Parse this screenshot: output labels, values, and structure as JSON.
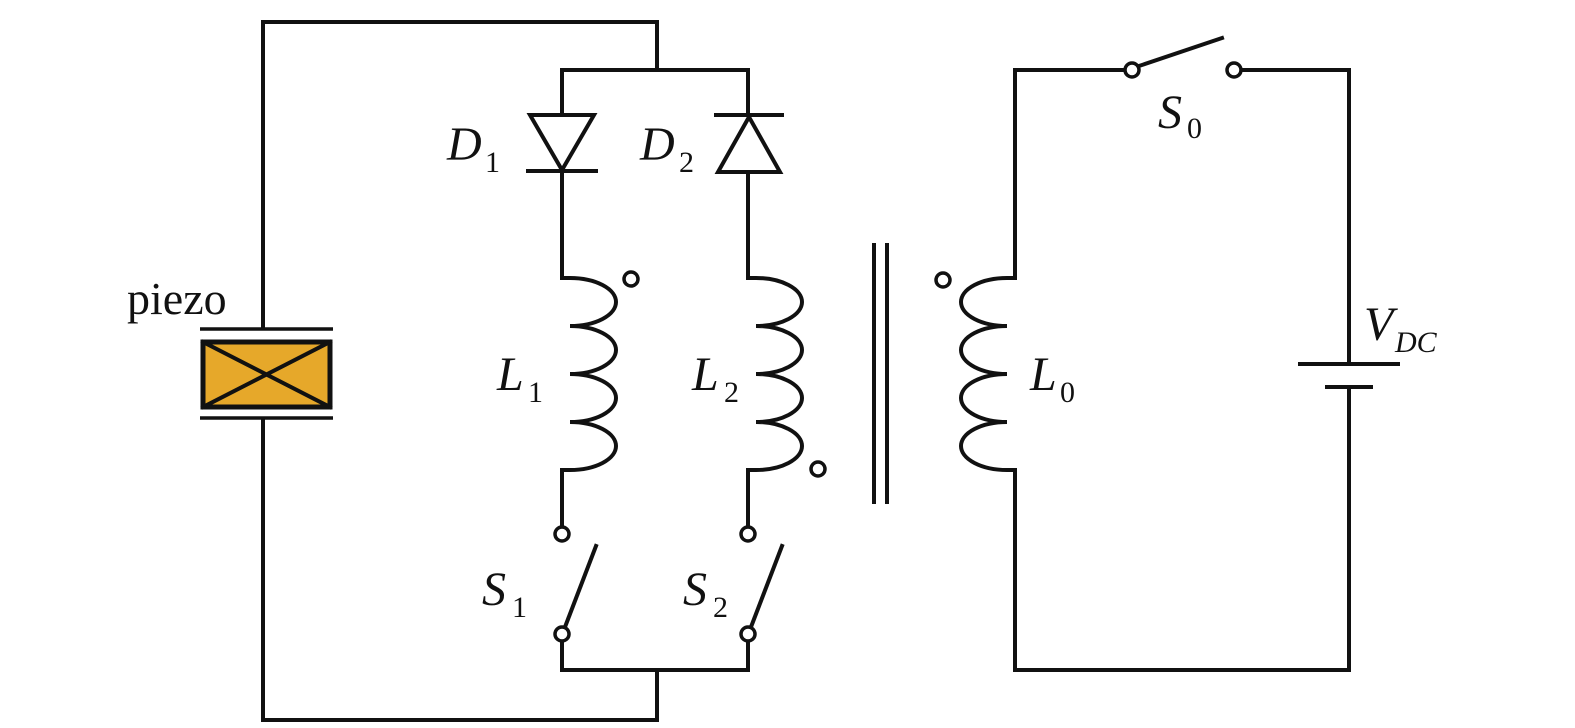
{
  "colors": {
    "wire": "#111111",
    "piezo_fill": "#E6A82A",
    "background": "#ffffff"
  },
  "components": {
    "piezo": {
      "label": "piezo"
    },
    "D1": {
      "letter": "D",
      "sub": "1"
    },
    "D2": {
      "letter": "D",
      "sub": "2"
    },
    "L1": {
      "letter": "L",
      "sub": "1"
    },
    "L2": {
      "letter": "L",
      "sub": "2"
    },
    "L0": {
      "letter": "L",
      "sub": "0"
    },
    "S1": {
      "letter": "S",
      "sub": "1"
    },
    "S2": {
      "letter": "S",
      "sub": "2"
    },
    "S0": {
      "letter": "S",
      "sub": "0"
    },
    "VDC": {
      "letter": "V",
      "sub": "DC"
    }
  }
}
